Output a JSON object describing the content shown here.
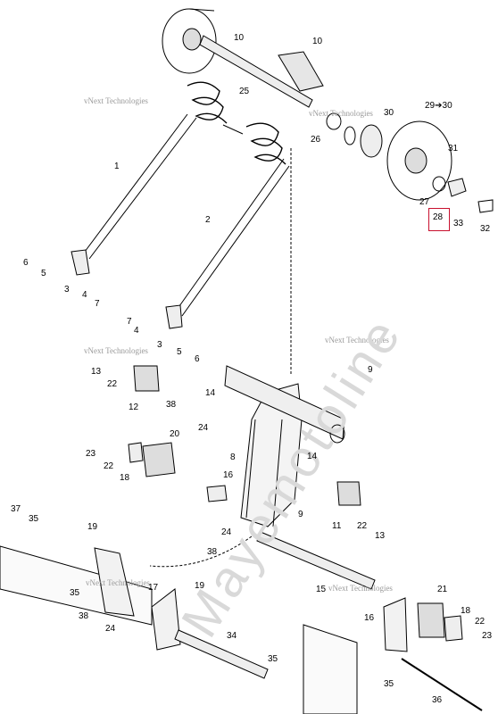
{
  "diagram": {
    "watermark_small": "vNext Technologies",
    "watermark_big": "Mayemotoline",
    "highlighted_part": "28",
    "labels": [
      {
        "id": "l10a",
        "text": "10"
      },
      {
        "id": "l10b",
        "text": "10"
      },
      {
        "id": "l25",
        "text": "25"
      },
      {
        "id": "l26",
        "text": "26"
      },
      {
        "id": "l30",
        "text": "30"
      },
      {
        "id": "l2930",
        "text": "29➔30"
      },
      {
        "id": "l31",
        "text": "31"
      },
      {
        "id": "l27",
        "text": "27"
      },
      {
        "id": "l28",
        "text": "28"
      },
      {
        "id": "l33",
        "text": "33"
      },
      {
        "id": "l32",
        "text": "32"
      },
      {
        "id": "l1",
        "text": "1"
      },
      {
        "id": "l2",
        "text": "2"
      },
      {
        "id": "l6a",
        "text": "6"
      },
      {
        "id": "l5a",
        "text": "5"
      },
      {
        "id": "l3a",
        "text": "3"
      },
      {
        "id": "l4a",
        "text": "4"
      },
      {
        "id": "l7a",
        "text": "7"
      },
      {
        "id": "l7b",
        "text": "7"
      },
      {
        "id": "l4b",
        "text": "4"
      },
      {
        "id": "l3b",
        "text": "3"
      },
      {
        "id": "l5b",
        "text": "5"
      },
      {
        "id": "l6b",
        "text": "6"
      },
      {
        "id": "l13a",
        "text": "13"
      },
      {
        "id": "l22a",
        "text": "22"
      },
      {
        "id": "l12",
        "text": "12"
      },
      {
        "id": "l14a",
        "text": "14"
      },
      {
        "id": "l9a",
        "text": "9"
      },
      {
        "id": "l38a",
        "text": "38"
      },
      {
        "id": "l24a",
        "text": "24"
      },
      {
        "id": "l20",
        "text": "20"
      },
      {
        "id": "l23a",
        "text": "23"
      },
      {
        "id": "l22b",
        "text": "22"
      },
      {
        "id": "l18a",
        "text": "18"
      },
      {
        "id": "l8",
        "text": "8"
      },
      {
        "id": "l14b",
        "text": "14"
      },
      {
        "id": "l16a",
        "text": "16"
      },
      {
        "id": "l9b",
        "text": "9"
      },
      {
        "id": "l11",
        "text": "11"
      },
      {
        "id": "l22c",
        "text": "22"
      },
      {
        "id": "l13b",
        "text": "13"
      },
      {
        "id": "l37",
        "text": "37"
      },
      {
        "id": "l35a",
        "text": "35"
      },
      {
        "id": "l19a",
        "text": "19"
      },
      {
        "id": "l24b",
        "text": "24"
      },
      {
        "id": "l38b",
        "text": "38"
      },
      {
        "id": "l35b",
        "text": "35"
      },
      {
        "id": "l17",
        "text": "17"
      },
      {
        "id": "l19b",
        "text": "19"
      },
      {
        "id": "l15",
        "text": "15"
      },
      {
        "id": "l38c",
        "text": "38"
      },
      {
        "id": "l24c",
        "text": "24"
      },
      {
        "id": "l21",
        "text": "21"
      },
      {
        "id": "l16b",
        "text": "16"
      },
      {
        "id": "l18b",
        "text": "18"
      },
      {
        "id": "l22d",
        "text": "22"
      },
      {
        "id": "l23b",
        "text": "23"
      },
      {
        "id": "l34",
        "text": "34"
      },
      {
        "id": "l35c",
        "text": "35"
      },
      {
        "id": "l35d",
        "text": "35"
      },
      {
        "id": "l36",
        "text": "36"
      }
    ]
  }
}
